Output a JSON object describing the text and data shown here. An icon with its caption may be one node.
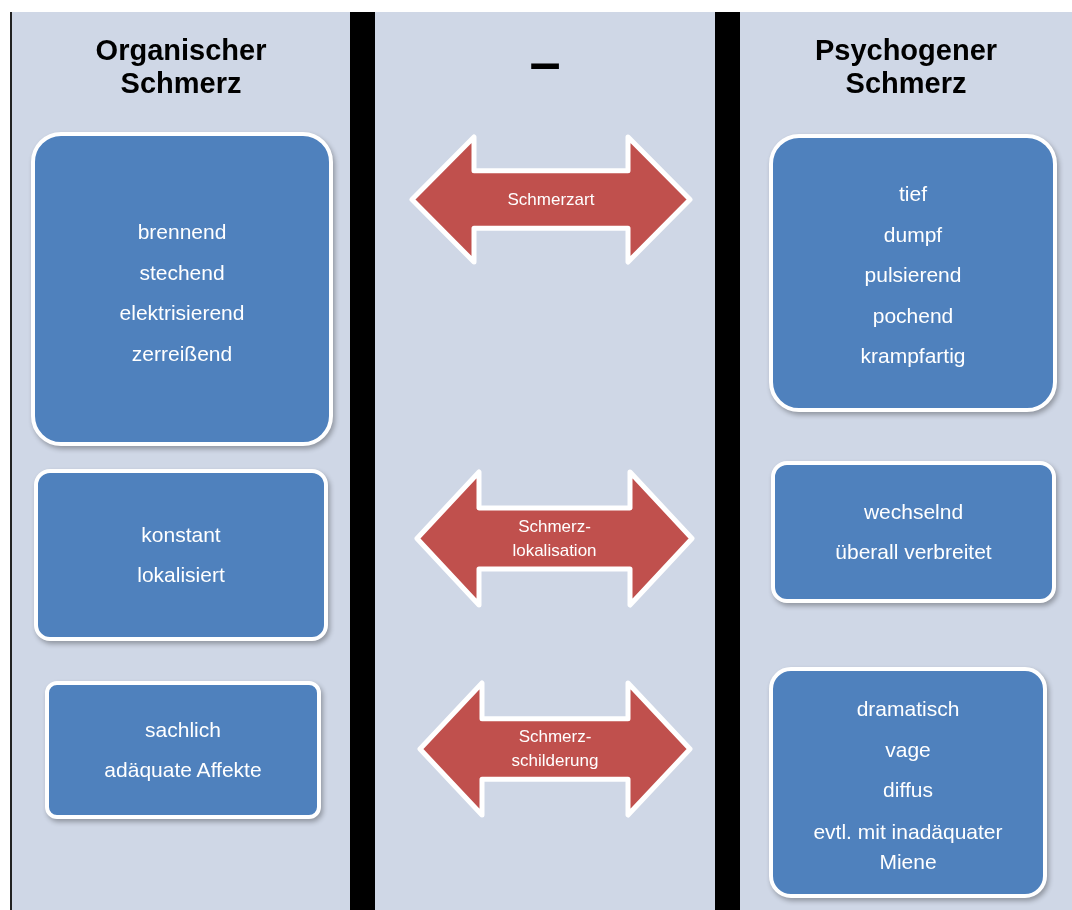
{
  "diagram": {
    "nodes": [
      {
        "text": [
          "Organischer Schmerz"
        ]
      },
      {
        "text": [
          "–"
        ]
      },
      {
        "text": [
          "Psychogener Schmerz"
        ]
      },
      {
        "text": [
          "brennend",
          "stechend",
          "elektrisierend",
          "zerreißend"
        ],
        "in": 0
      },
      {
        "text": [
          "Schmerzart"
        ],
        "in": 1
      },
      {
        "text": [
          "tief",
          "dumpf",
          "pulsierend",
          "pochend",
          "krampfartig"
        ],
        "in": 2
      },
      {
        "text": [
          "konstant",
          "lokalisiert"
        ],
        "in": 0
      },
      {
        "text": [
          "Schmerz- lokalisation"
        ],
        "in": 1
      },
      {
        "text": [
          "wechselnd",
          "überall verbreitet"
        ],
        "in": 2
      },
      {
        "text": [
          "sachlich",
          "adäquate Affekte"
        ],
        "in": 0
      },
      {
        "text": [
          "Schmerz- schilderung"
        ],
        "in": 1
      },
      {
        "text": [
          "dramatisch",
          "vage",
          "diffus",
          "evtl. mit inadäquater Miene"
        ],
        "in": 2
      }
    ]
  }
}
